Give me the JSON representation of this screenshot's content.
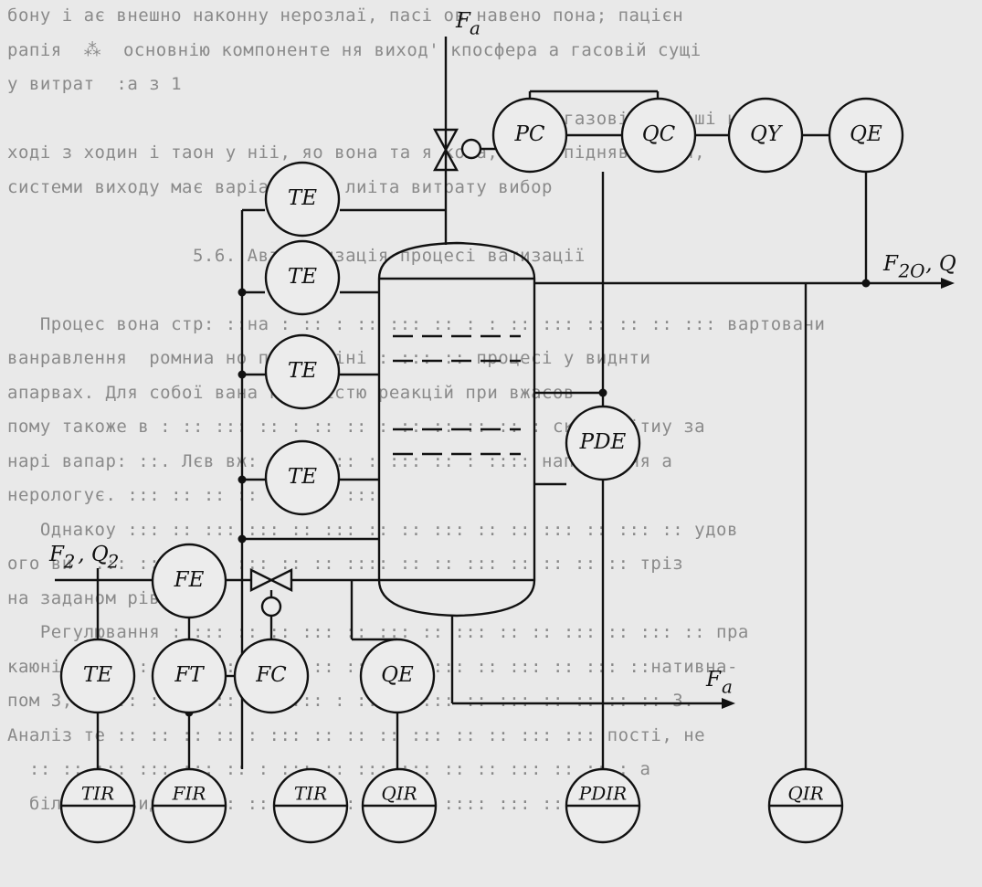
{
  "background_lines": [
    "бону і ає внешно наконну нерозлаї, пасі ов навено пона; пацієн",
    "рапія  ⁂  основнію компоненте ня виход' кпосфера а гасовій сущі",
    "у витрат  :а з 1",
    "                                                 в газовій суміші на",
    "ході з ходин і таон у ніі, яо вона та я кола, оляо піднявається,",
    "системи виходу має варіа:: ::: лиіта витрату вибор",
    "",
    "                 5.6. Автоматизація процесі ватизації",
    "",
    "   Процес вона стр: ::на : :: : :: ::: :: : : :: ::: :: :: :: ::: вартовани",
    "ванравлення  ромниа но при лиліні : ::: :: процесі у виднти",
    "апарвах. Для собої вана кількістю реакцій при вжасов",
    "пому такоже в : :: ::: :: : :: :: : :: :: :: :: : складорітиу за",
    "нарі вапар: ::. Лєв вж: :: : ::: : ::: :: : :::: наповнення а",
    "нерологує. ::: :: :: :: ::: :: :::",
    "   Однакоу ::: :: ::: ::: :: ::: :: :: ::: :: :: ::: :: ::: :: удов",
    "ого ви  ::: :: ::: : ::: :: :: :::: :: :: ::: :: :: :: :: тріз",
    "на заданом рівні.",
    "   Регулювання : ::: :: :: ::: :: ::: :: ::: :: :: ::: :: ::: :: пра",
    "каюні :: :: ::: :: :: ::: : :: ::: ::: ::: :: ::: :: ::: ::нaтивна-",
    "пом 3, :: :: : ::: :: :: :::: : :: :: ::: :: ::: :: :: :: :: 3.",
    "Аналіз те :: :: :: :: : ::: :: :: :: ::: :: :: ::: ::: пості, не",
    "  :: :: ::: ::: ::: :: : ::: :: ::: ::: :: :: ::: :: :: : а",
    "  біларної вид :: ::: :: ::: ::: :: ::: :::: ::: :: :: ::"
  ],
  "instruments": {
    "te1": "TE",
    "te2": "TE",
    "te3": "TE",
    "te4": "TE",
    "pc": "PC",
    "qc": "QC",
    "qy": "QY",
    "qe_top": "QE",
    "pde": "PDE",
    "fe": "FE",
    "te5": "TE",
    "ft": "FT",
    "fc": "FC",
    "qe_mid": "QE",
    "tir": "TIR",
    "fir": "FIR",
    "tir2": "TIR",
    "qir": "QIR",
    "pdir": "PDIR",
    "qir2": "QIR"
  },
  "streams": {
    "fa_top": "F",
    "fa_top_sub": "a",
    "f2o": "F",
    "f2o_sub": "2O",
    "f2o_q": ", Q",
    "f2": "F",
    "f2_sub": "2",
    "q2": ", Q",
    "q2_sub": "2",
    "fa_bottom": "F",
    "fa_bottom_sub": "a"
  }
}
